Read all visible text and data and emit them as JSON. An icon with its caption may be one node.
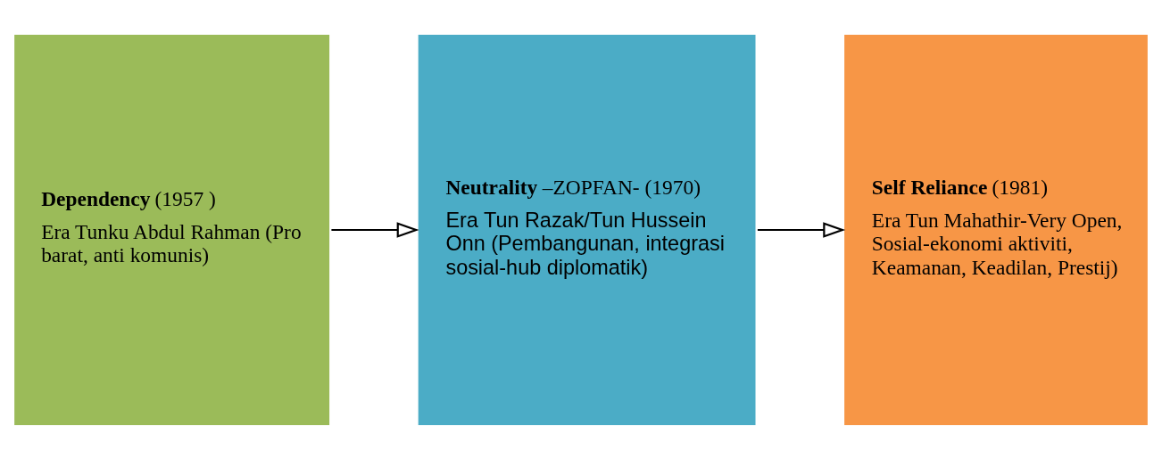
{
  "diagram": {
    "nodes": [
      {
        "text": [
          "**Dependency** (1957 )",
          "Era Tunku Abdul Rahman (Pro barat, anti komunis)"
        ]
      },
      {
        "text": [
          "**Neutrality** –ZOPFAN- (1970)",
          "Era Tun Razak/Tun Hussein Onn (Pembangunan, integrasi sosial-hub diplomatik)"
        ]
      },
      {
        "text": [
          "**Self Reliance** (1981)",
          "Era Tun Mahathir-Very Open, Sosial-ekonomi aktiviti, Keamanan, Keadilan, Prestij)"
        ]
      }
    ],
    "edges": [
      {
        "from": 0,
        "to": 1,
        "arrow": "to"
      },
      {
        "from": 1,
        "to": 2,
        "arrow": "to"
      }
    ]
  }
}
